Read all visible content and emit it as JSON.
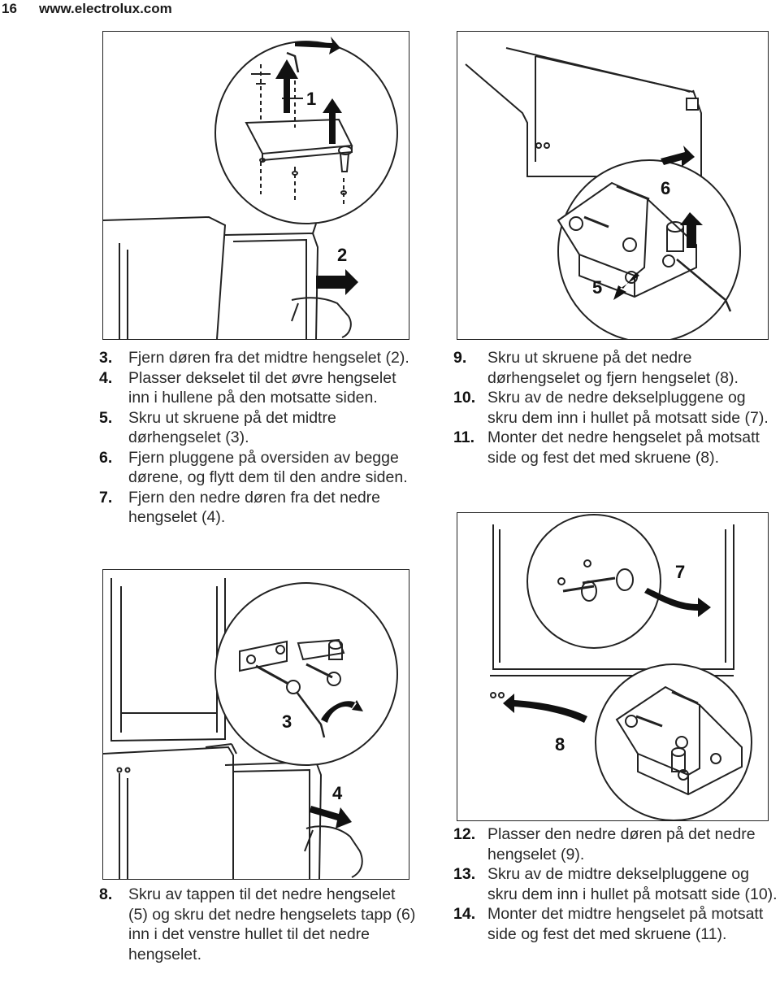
{
  "header": {
    "page_number": "16",
    "website": "www.electrolux.com"
  },
  "figures": {
    "top_left": {
      "callouts": [
        "1",
        "2"
      ]
    },
    "top_right": {
      "callouts": [
        "6",
        "5"
      ]
    },
    "bottom_left": {
      "callouts": [
        "3",
        "4"
      ]
    },
    "bottom_right": {
      "callouts": [
        "7",
        "8"
      ]
    }
  },
  "steps_a": [
    {
      "num": "3.",
      "text": "Fjern døren fra det midtre hengselet (2)."
    },
    {
      "num": "4.",
      "text": "Plasser dekselet til det øvre hengselet inn i hullene på den motsatte siden."
    },
    {
      "num": "5.",
      "text": "Skru ut skruene på det midtre dørhengselet (3)."
    },
    {
      "num": "6.",
      "text": "Fjern pluggene på oversiden av begge dørene, og flytt dem til den andre siden."
    },
    {
      "num": "7.",
      "text": "Fjern den nedre døren fra det nedre hengselet (4)."
    }
  ],
  "steps_b": [
    {
      "num": "9.",
      "text": "Skru ut skruene på det nedre dørhengselet og fjern hengselet (8)."
    },
    {
      "num": "10.",
      "text": "Skru av de nedre dekselpluggene og skru dem inn i hullet på motsatt side (7)."
    },
    {
      "num": "11.",
      "text": "Monter det nedre hengselet på motsatt side og fest det med skruene (8)."
    }
  ],
  "steps_c": [
    {
      "num": "8.",
      "text": "Skru av tappen til det nedre hengselet (5) og skru det nedre hengselets tapp (6) inn i det venstre hullet til det nedre hengselet."
    }
  ],
  "steps_d": [
    {
      "num": "12.",
      "text": "Plasser den nedre døren på det nedre hengselet (9)."
    },
    {
      "num": "13.",
      "text": "Skru av de midtre dekselpluggene og skru dem inn i hullet på motsatt side (10)."
    },
    {
      "num": "14.",
      "text": "Monter det midtre hengselet på motsatt side og fest det med skruene (11)."
    }
  ]
}
